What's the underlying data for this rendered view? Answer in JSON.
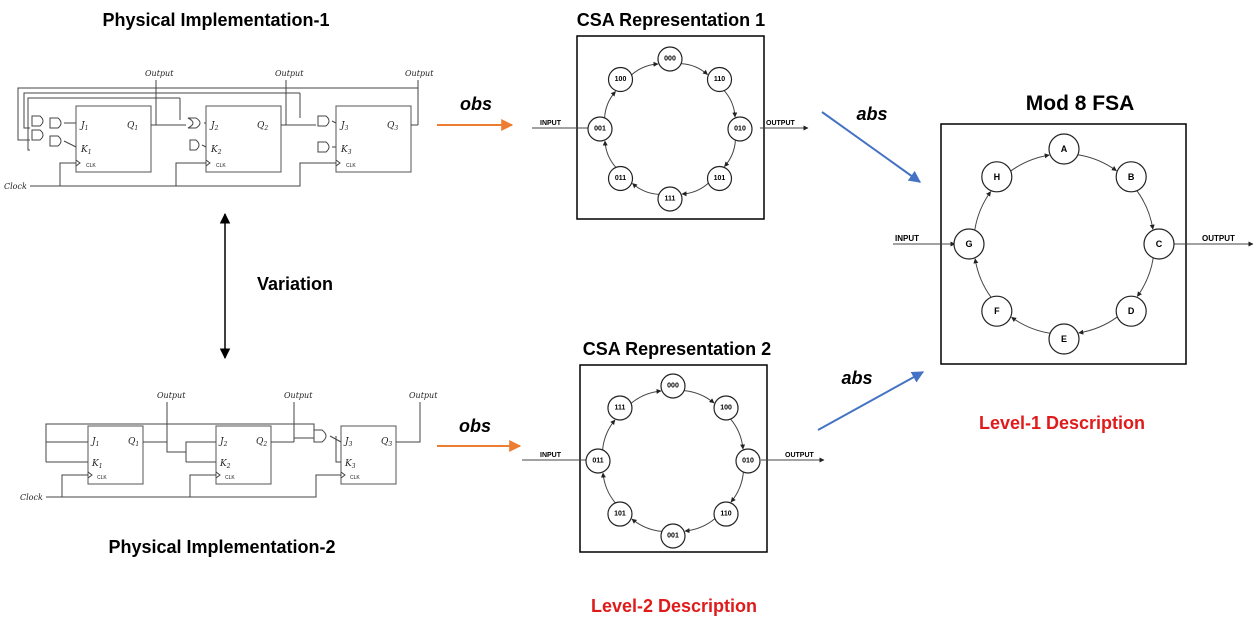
{
  "titles": {
    "physical_1": "Physical Implementation-1",
    "physical_2": "Physical Implementation-2",
    "csa_1": "CSA Representation 1",
    "csa_2": "CSA Representation 2",
    "fsa": "Mod 8 FSA",
    "variation": "Variation",
    "level_1": "Level-1 Description",
    "level_2": "Level-2 Description"
  },
  "arrows": {
    "obs_1": "obs",
    "obs_2": "obs",
    "abs_1": "abs",
    "abs_2": "abs"
  },
  "colors": {
    "obs_arrow": "#ed7d31",
    "abs_arrow": "#4472c4",
    "level_text": "#e01b1b"
  },
  "circuit_1": {
    "outputs": [
      "Output",
      "Output",
      "Output"
    ],
    "clock": "Clock",
    "flipflops": [
      {
        "j": "J",
        "j_sub": "1",
        "k": "K",
        "k_sub": "1",
        "q": "Q",
        "q_sub": "1",
        "clk": "CLK"
      },
      {
        "j": "J",
        "j_sub": "2",
        "k": "K",
        "k_sub": "2",
        "q": "Q",
        "q_sub": "2",
        "clk": "CLK"
      },
      {
        "j": "J",
        "j_sub": "3",
        "k": "K",
        "k_sub": "3",
        "q": "Q",
        "q_sub": "3",
        "clk": "CLK"
      }
    ]
  },
  "circuit_2": {
    "outputs": [
      "Output",
      "Output",
      "Output"
    ],
    "clock": "Clock",
    "flipflops": [
      {
        "j": "J",
        "j_sub": "1",
        "k": "K",
        "k_sub": "1",
        "q": "Q",
        "q_sub": "1",
        "clk": "CLK"
      },
      {
        "j": "J",
        "j_sub": "2",
        "k": "K",
        "k_sub": "2",
        "q": "Q",
        "q_sub": "2",
        "clk": "CLK"
      },
      {
        "j": "J",
        "j_sub": "3",
        "k": "K",
        "k_sub": "3",
        "q": "Q",
        "q_sub": "3",
        "clk": "CLK"
      }
    ]
  },
  "csa_1": {
    "input": "INPUT",
    "output": "OUTPUT",
    "states": [
      "000",
      "110",
      "010",
      "101",
      "111",
      "011",
      "001",
      "100"
    ]
  },
  "csa_2": {
    "input": "INPUT",
    "output": "OUTPUT",
    "states": [
      "000",
      "100",
      "010",
      "110",
      "001",
      "101",
      "011",
      "111"
    ]
  },
  "fsa": {
    "input": "INPUT",
    "output": "OUTPUT",
    "states": [
      "A",
      "B",
      "C",
      "D",
      "E",
      "F",
      "G",
      "H"
    ]
  }
}
